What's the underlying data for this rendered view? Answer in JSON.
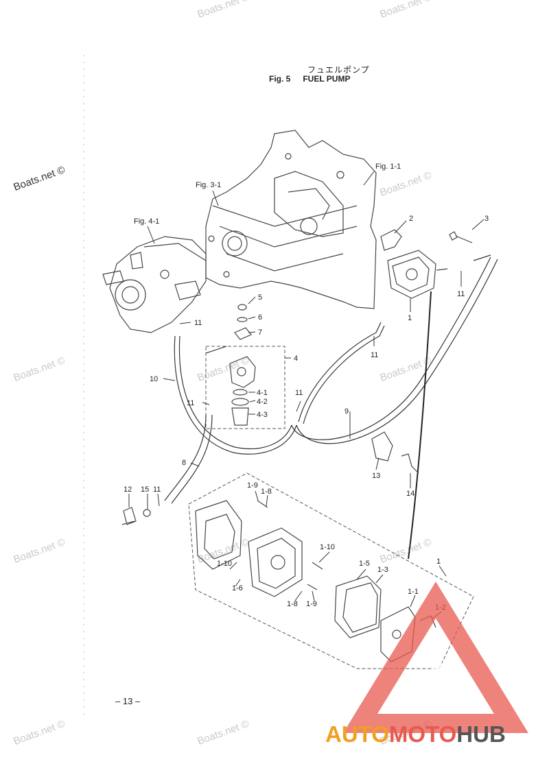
{
  "header": {
    "title_jp": "フュエルポンプ",
    "fig_no": "Fig. 5",
    "fig_title": "FUEL PUMP"
  },
  "page_number": "– 13 –",
  "ref_labels": {
    "fig11": "Fig. 1-1",
    "fig31": "Fig. 3-1",
    "fig41": "Fig. 4-1"
  },
  "parts": {
    "p1": "1",
    "p1b": "1",
    "p2": "2",
    "p3": "3",
    "p4": "4",
    "p4_1": "4-1",
    "p4_2": "4-2",
    "p4_3": "4-3",
    "p5": "5",
    "p6": "6",
    "p7": "7",
    "p8": "8",
    "p9": "9",
    "p10": "10",
    "p11a": "11",
    "p11b": "11",
    "p11c": "11",
    "p11d": "11",
    "p11e": "11",
    "p11f": "11",
    "p12": "12",
    "p13": "13",
    "p14": "14",
    "p15": "15",
    "p1_1": "1-1",
    "p1_2": "1-2",
    "p1_3": "1-3",
    "p1_5": "1-5",
    "p1_6": "1-6",
    "p1_8a": "1-8",
    "p1_8b": "1-8",
    "p1_9a": "1-9",
    "p1_9b": "1-9",
    "p1_10a": "1-10",
    "p1_10b": "1-10"
  },
  "watermark": "Boats.net ©",
  "logo": {
    "auto": "AUTO",
    "moto": "MOTO",
    "hub": "HUB",
    "color_a": "#f0a020",
    "color_b": "#e75a50",
    "color_c": "#555555"
  }
}
